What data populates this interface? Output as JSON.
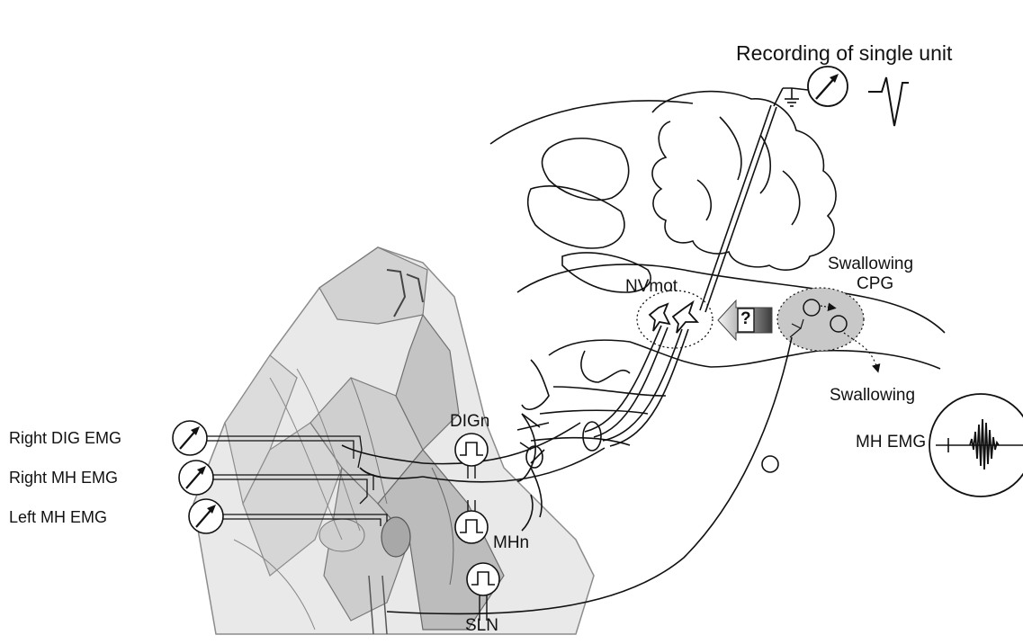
{
  "title": "Recording of single unit",
  "labels": {
    "nvmot": "NVmot",
    "cpg_line1": "Swallowing",
    "cpg_line2": "CPG",
    "swallowing": "Swallowing",
    "question": "?",
    "mh_emg_trace": "MH EMG",
    "dign": "DIGn",
    "mhn": "MHn",
    "sln": "SLN"
  },
  "emg_channels": [
    {
      "label": "Right DIG EMG"
    },
    {
      "label": "Right MH EMG"
    },
    {
      "label": "Left MH EMG"
    }
  ],
  "colors": {
    "line": "#111111",
    "cpg_fill": "#c8c8c8",
    "sketch": "#9a9a9a",
    "sketch_dark": "#5c5c5c"
  }
}
